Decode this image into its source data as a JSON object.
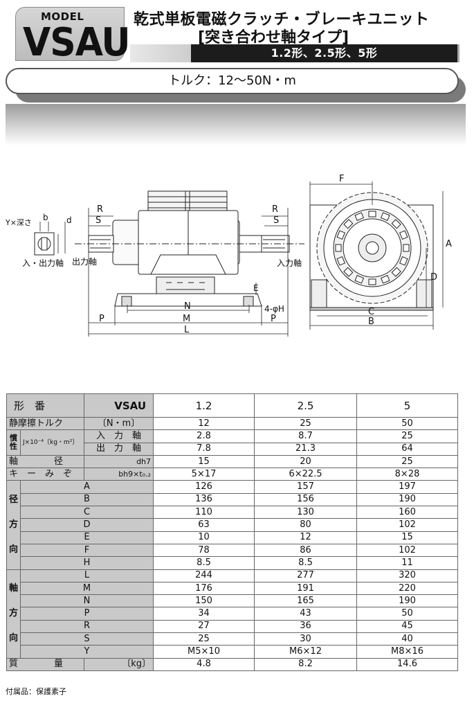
{
  "header": {
    "model_label": "MODEL",
    "model_name": "VSAU",
    "title_line1": "乾式単板電磁クラッチ・ブレーキユニット",
    "title_line2": "[突き合わせ軸タイプ]",
    "sizes": "1.2形、2.5形、5形",
    "torque": "トルク：12〜50N・m"
  },
  "diagram": {
    "labels": {
      "Y": "Y×深さ",
      "b": "b",
      "d": "d",
      "io_shaft": "入・出力軸",
      "R": "R",
      "S": "S",
      "output_shaft": "出力軸",
      "input_shaft": "入力軸",
      "E": "E",
      "H": "4-φH",
      "N": "N",
      "M": "M",
      "L": "L",
      "P": "P",
      "F": "F",
      "A": "A",
      "D": "D",
      "C": "C",
      "B": "B"
    }
  },
  "table": {
    "header": {
      "label": "形　番",
      "model": "VSAU",
      "cols": [
        "1.2",
        "2.5",
        "5"
      ]
    },
    "rows": {
      "torque": {
        "label": "静摩擦トルク",
        "unit": "〔N・m〕",
        "vals": [
          "12",
          "25",
          "50"
        ]
      },
      "inertia_group": "慣性",
      "inertia_unit": "J×10⁻⁴〔kg・m²〕",
      "inertia_in": {
        "label": "入　力　軸",
        "vals": [
          "2.8",
          "8.7",
          "25"
        ]
      },
      "inertia_out": {
        "label": "出　力　軸",
        "vals": [
          "7.8",
          "21.3",
          "64"
        ]
      },
      "shaft_dia": {
        "label": "軸　　　　径",
        "sym": "dh7",
        "vals": [
          "15",
          "20",
          "25"
        ]
      },
      "key": {
        "label": "キ　ー　み　ぞ",
        "sym": "bh9×t₀.₂",
        "vals": [
          "5×17",
          "6×22.5",
          "8×28"
        ]
      },
      "radial_group": [
        "径",
        "方",
        "向"
      ],
      "radial": [
        {
          "k": "A",
          "vals": [
            "126",
            "157",
            "197"
          ]
        },
        {
          "k": "B",
          "vals": [
            "136",
            "156",
            "190"
          ]
        },
        {
          "k": "C",
          "vals": [
            "110",
            "130",
            "160"
          ]
        },
        {
          "k": "D",
          "vals": [
            "63",
            "80",
            "102"
          ]
        },
        {
          "k": "E",
          "vals": [
            "10",
            "12",
            "15"
          ]
        },
        {
          "k": "F",
          "vals": [
            "78",
            "86",
            "102"
          ]
        },
        {
          "k": "H",
          "vals": [
            "8.5",
            "8.5",
            "11"
          ]
        }
      ],
      "axial_group": [
        "軸",
        "方",
        "向"
      ],
      "axial": [
        {
          "k": "L",
          "vals": [
            "244",
            "277",
            "320"
          ]
        },
        {
          "k": "M",
          "vals": [
            "176",
            "191",
            "220"
          ]
        },
        {
          "k": "N",
          "vals": [
            "150",
            "165",
            "190"
          ]
        },
        {
          "k": "P",
          "vals": [
            "34",
            "43",
            "50"
          ]
        },
        {
          "k": "R",
          "vals": [
            "27",
            "36",
            "45"
          ]
        },
        {
          "k": "S",
          "vals": [
            "25",
            "30",
            "40"
          ]
        },
        {
          "k": "Y",
          "vals": [
            "M5×10",
            "M6×12",
            "M8×16"
          ]
        }
      ],
      "mass": {
        "label": "質　　　　量",
        "unit": "〔kg〕",
        "vals": [
          "4.8",
          "8.2",
          "14.6"
        ]
      }
    }
  },
  "footnote": "付属品：保護素子"
}
